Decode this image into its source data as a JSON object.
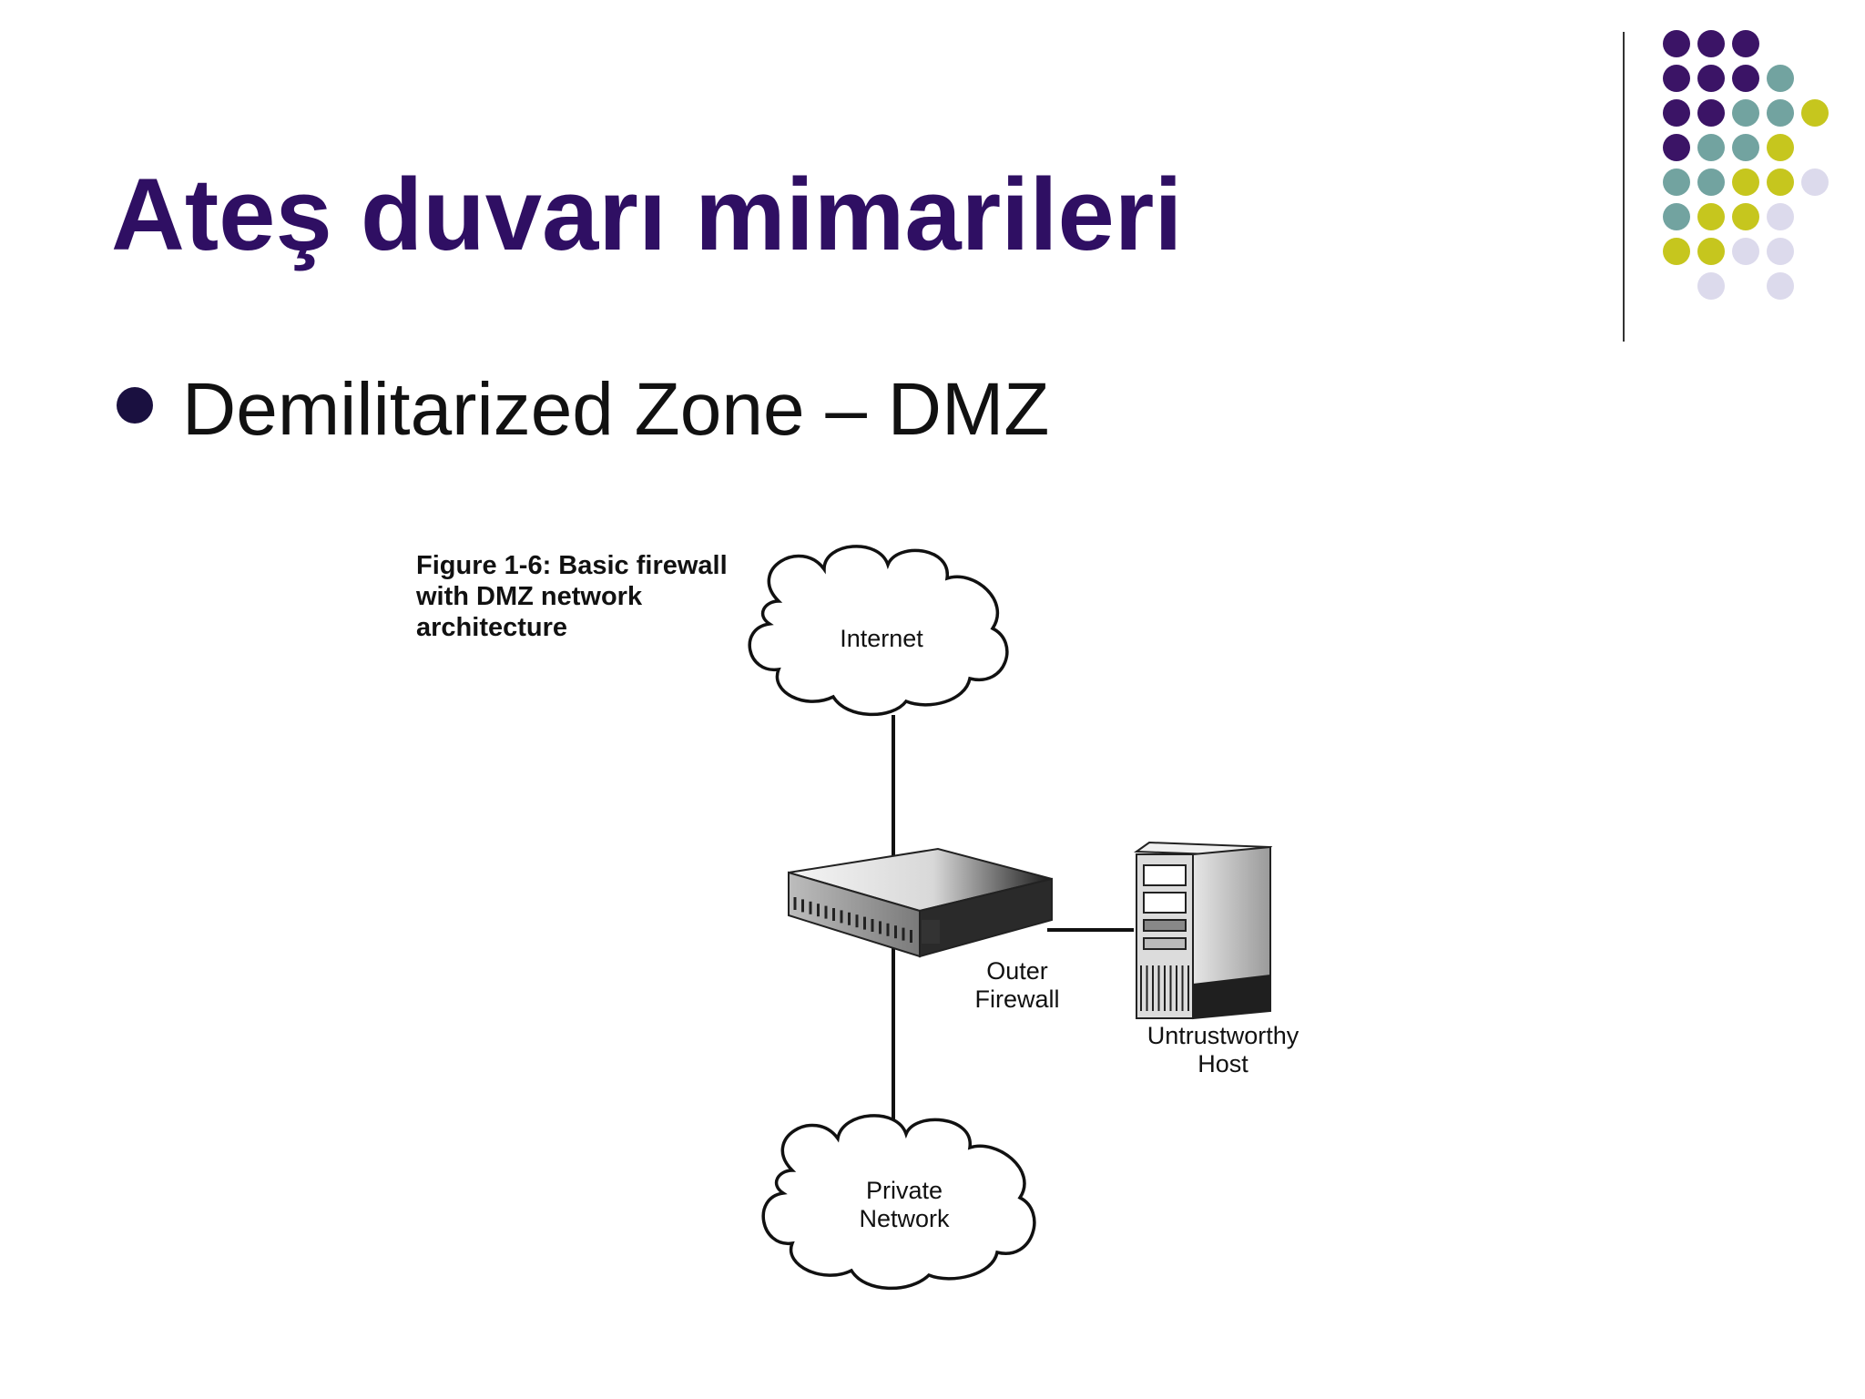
{
  "slide": {
    "title": "Ateş duvarı mimarileri",
    "bullet": "Demilitarized Zone – DMZ"
  },
  "figure": {
    "caption": [
      "Figure 1-6: Basic firewall",
      "with DMZ network",
      "architecture"
    ],
    "internet_label": "Internet",
    "firewall_label": [
      "Outer",
      "Firewall"
    ],
    "host_label": [
      "Untrustworthy",
      "Host"
    ],
    "private_label": [
      "Private",
      "Network"
    ]
  },
  "colors": {
    "title": "#2f0f63",
    "dot_purple": "#3b1466",
    "dot_teal": "#72a3a0",
    "dot_yellow": "#c6c61e",
    "dot_lavender": "#dcdaec"
  }
}
